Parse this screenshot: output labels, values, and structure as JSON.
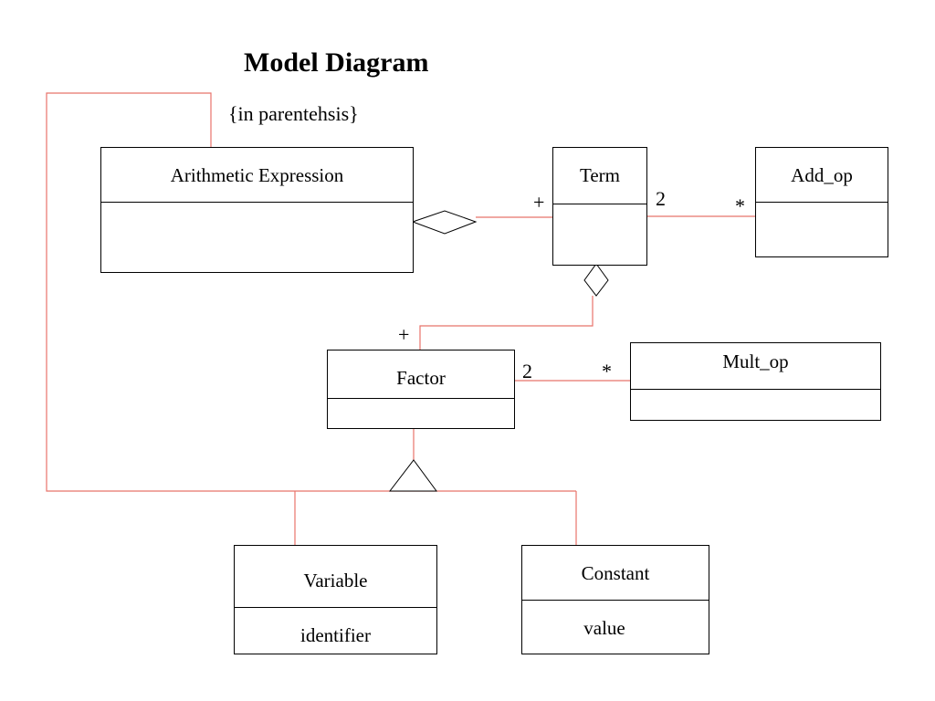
{
  "diagram": {
    "title": "Model Diagram",
    "constraint": "{in parentehsis}",
    "classes": [
      {
        "id": "arithmetic-expression",
        "name": "Arithmetic Expression",
        "attribute": ""
      },
      {
        "id": "term",
        "name": "Term",
        "attribute": ""
      },
      {
        "id": "add-op",
        "name": "Add_op",
        "attribute": ""
      },
      {
        "id": "factor",
        "name": "Factor",
        "attribute": ""
      },
      {
        "id": "mult-op",
        "name": "Mult_op",
        "attribute": ""
      },
      {
        "id": "variable",
        "name": "Variable",
        "attribute": "identifier"
      },
      {
        "id": "constant",
        "name": "Constant",
        "attribute": "value"
      }
    ],
    "multiplicities": {
      "expr_term_plus": "+",
      "term_addop_two": "2",
      "term_addop_star": "*",
      "term_factor_plus": "+",
      "factor_multop_two": "2",
      "factor_multop_star": "*"
    },
    "relationships": [
      {
        "type": "aggregation",
        "whole": "Arithmetic Expression",
        "part": "Term"
      },
      {
        "type": "association",
        "from": "Term",
        "to": "Add_op"
      },
      {
        "type": "aggregation",
        "whole": "Term",
        "part": "Factor"
      },
      {
        "type": "association",
        "from": "Factor",
        "to": "Mult_op"
      },
      {
        "type": "generalization",
        "parent": "Factor",
        "children": [
          "Variable",
          "Constant",
          "Arithmetic Expression"
        ]
      }
    ],
    "colors": {
      "connector": "#e8736b",
      "outline": "#000000",
      "background": "#ffffff"
    }
  }
}
